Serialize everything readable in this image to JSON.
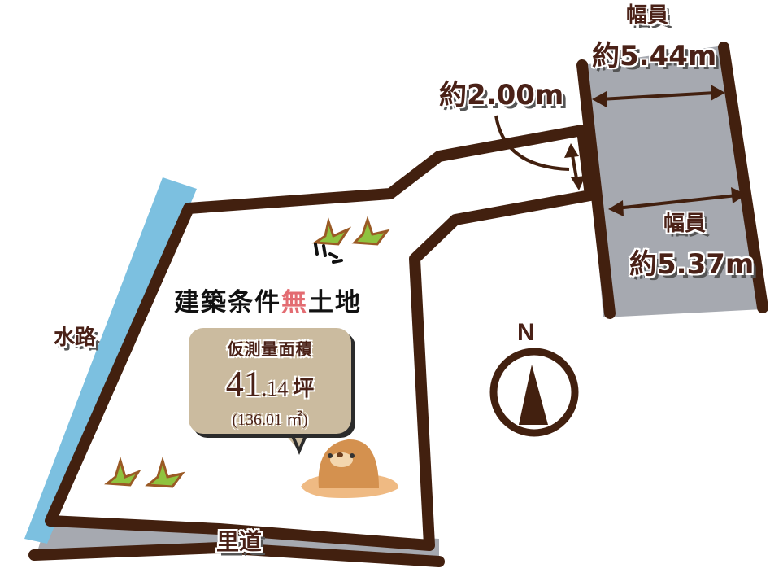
{
  "colors": {
    "boundary": "#42200f",
    "road": "#a6a9b0",
    "waterway": "#7cc0e0",
    "label_text": "#4a2117",
    "highlight_red": "#e36c72",
    "bubble_bg": "#cbbb9f"
  },
  "title": {
    "prefix": "建築条件",
    "highlight": "無",
    "suffix": "土地"
  },
  "area_bubble": {
    "heading": "仮測量面積",
    "tsubo_int": "41",
    "tsubo_dec": ".14",
    "tsubo_unit": "坪",
    "sqm": "(136.01 ㎡)"
  },
  "labels": {
    "road_width_top_title": "幅員",
    "road_width_top_value": "約5.44m",
    "road_width_bottom_title": "幅員",
    "road_width_bottom_value": "約5.37m",
    "access_width": "約2.00m",
    "waterway": "水路",
    "back_road": "里道"
  },
  "compass": {
    "north_label": "N"
  },
  "icons": [
    "grass-icon",
    "mole-icon",
    "compass-icon",
    "dimension-arrow-icon"
  ]
}
